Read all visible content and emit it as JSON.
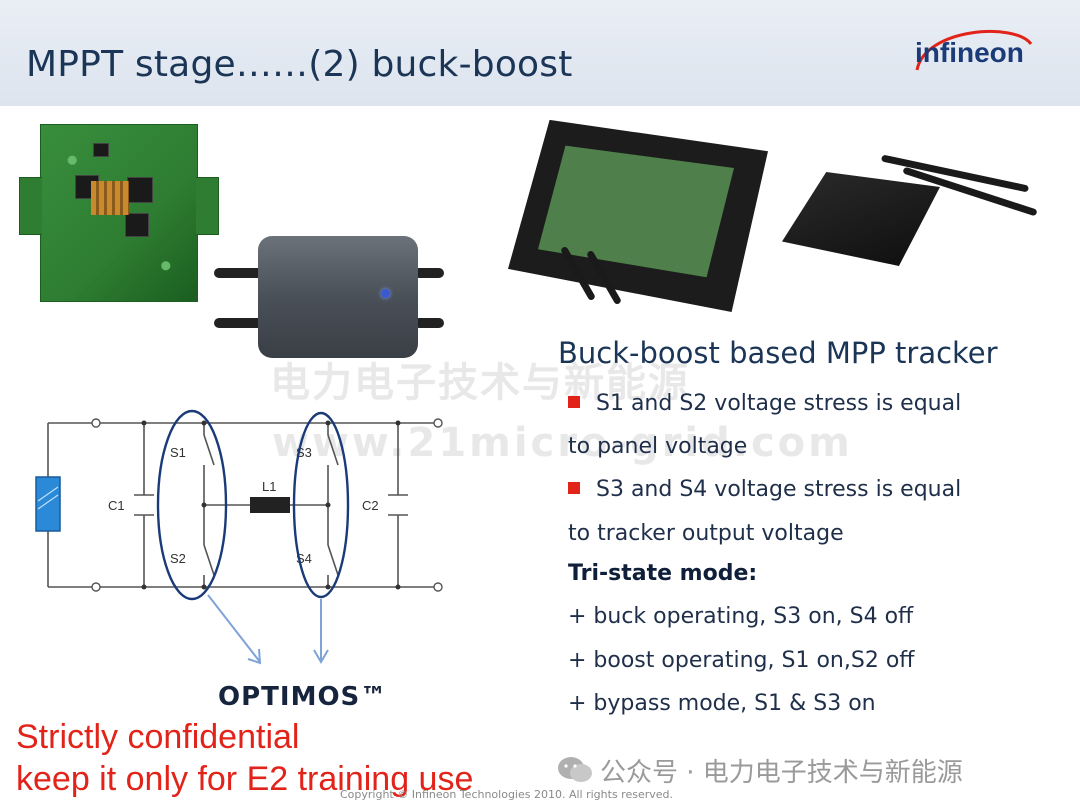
{
  "slide": {
    "title": "MPPT stage……(2) buck-boost",
    "logo_text": "infineon"
  },
  "circuit": {
    "labels": {
      "c1": "C1",
      "c2": "C2",
      "l1": "L1",
      "s1": "S1",
      "s2": "S2",
      "s3": "S3",
      "s4": "S4"
    }
  },
  "optimos": "OPTIMOS™",
  "content": {
    "heading": "Buck-boost based MPP tracker",
    "bullet1_line1": "S1 and S2 voltage stress is equal",
    "bullet1_line2": "to panel voltage",
    "bullet2_line1": "S3 and S4 voltage stress is equal",
    "bullet2_line2": "to tracker output voltage",
    "tristate_title": "Tri-state mode:",
    "mode1": "+ buck operating, S3 on, S4 off",
    "mode2": "+ boost operating, S1 on,S2 off",
    "mode3": "+ bypass mode, S1 & S3 on"
  },
  "footer": {
    "confidential_line1": "Strictly confidential",
    "confidential_line2": "keep it only for E2 training use",
    "copyright": "Copyright © Infineon Technologies 2010. All rights reserved.",
    "wechat": "公众号 · 电力电子技术与新能源"
  },
  "watermark": {
    "line1": "电力电子技术与新能源",
    "line2": "www.21micro-grid.com"
  },
  "colors": {
    "title": "#1b3556",
    "accent_red": "#e2231a",
    "highlight_ellipse": "#1a3a78",
    "arrow": "#7fa3d6",
    "solar_panel": "#2a8ad8"
  }
}
